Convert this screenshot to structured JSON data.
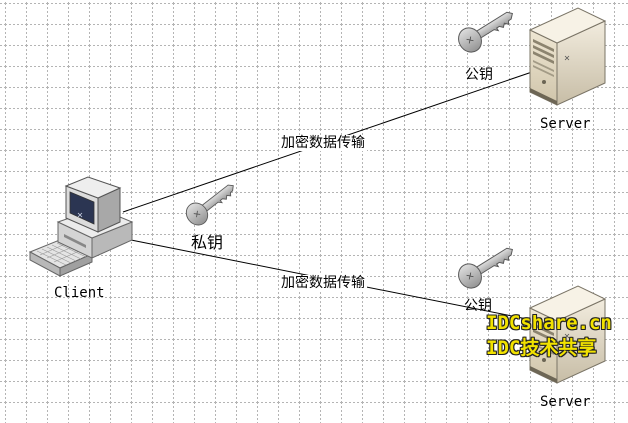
{
  "diagram": {
    "client": {
      "label": "Client"
    },
    "private_key": {
      "label": "私钥"
    },
    "servers": [
      {
        "label": "Server",
        "public_key_label": "公钥"
      },
      {
        "label": "Server",
        "public_key_label": "公钥"
      }
    ],
    "connections": [
      {
        "label": "加密数据传输"
      },
      {
        "label": "加密数据传输"
      }
    ]
  },
  "watermark": {
    "line1": "IDCshare.cn",
    "line2": "IDC技术共享"
  },
  "icons": {
    "client": "computer-icon",
    "server": "server-icon",
    "key": "key-icon"
  },
  "colors": {
    "line": "#000000",
    "grid": "#b4b4b4",
    "key": "#b5b5b5",
    "server": "#ebe2cc",
    "watermark": "#f2e200"
  }
}
